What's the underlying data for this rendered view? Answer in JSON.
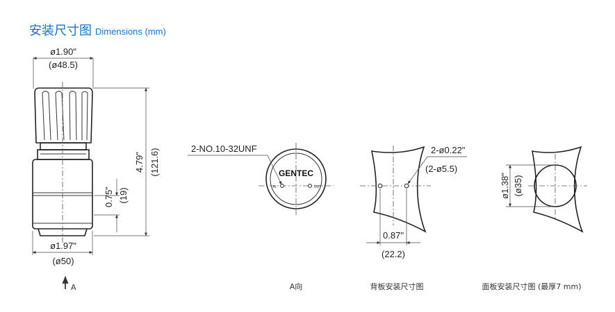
{
  "title": {
    "zh": "安装尺寸图",
    "en": "Dimensions (mm)"
  },
  "front_view": {
    "top_width_in": "ø1.90\"",
    "top_width_mm": "(ø48.5)",
    "height_in": "4.79\"",
    "height_mm": "(121.6)",
    "port_in": "0.75\"",
    "port_mm": "(19)",
    "bottom_width_in": "ø1.97\"",
    "bottom_width_mm": "(ø50)",
    "arrow_label": "A"
  },
  "a_view": {
    "thread": "2-NO.10-32UNF",
    "brand": "GENTEC",
    "in_label": "IN",
    "out_label": "OUT",
    "caption": "A向"
  },
  "back_panel": {
    "hole_in": "2-ø0.22\"",
    "hole_mm": "(2-ø5.5)",
    "spacing_in": "0.87\"",
    "spacing_mm": "(22.2)",
    "caption": "背板安装尺寸图"
  },
  "face_panel": {
    "dia_in": "ø1.38\"",
    "dia_mm": "(ø35)",
    "caption": "面板安装尺寸图 (最厚7 mm)"
  },
  "colors": {
    "title": "#1a73c8",
    "line": "#333333"
  }
}
